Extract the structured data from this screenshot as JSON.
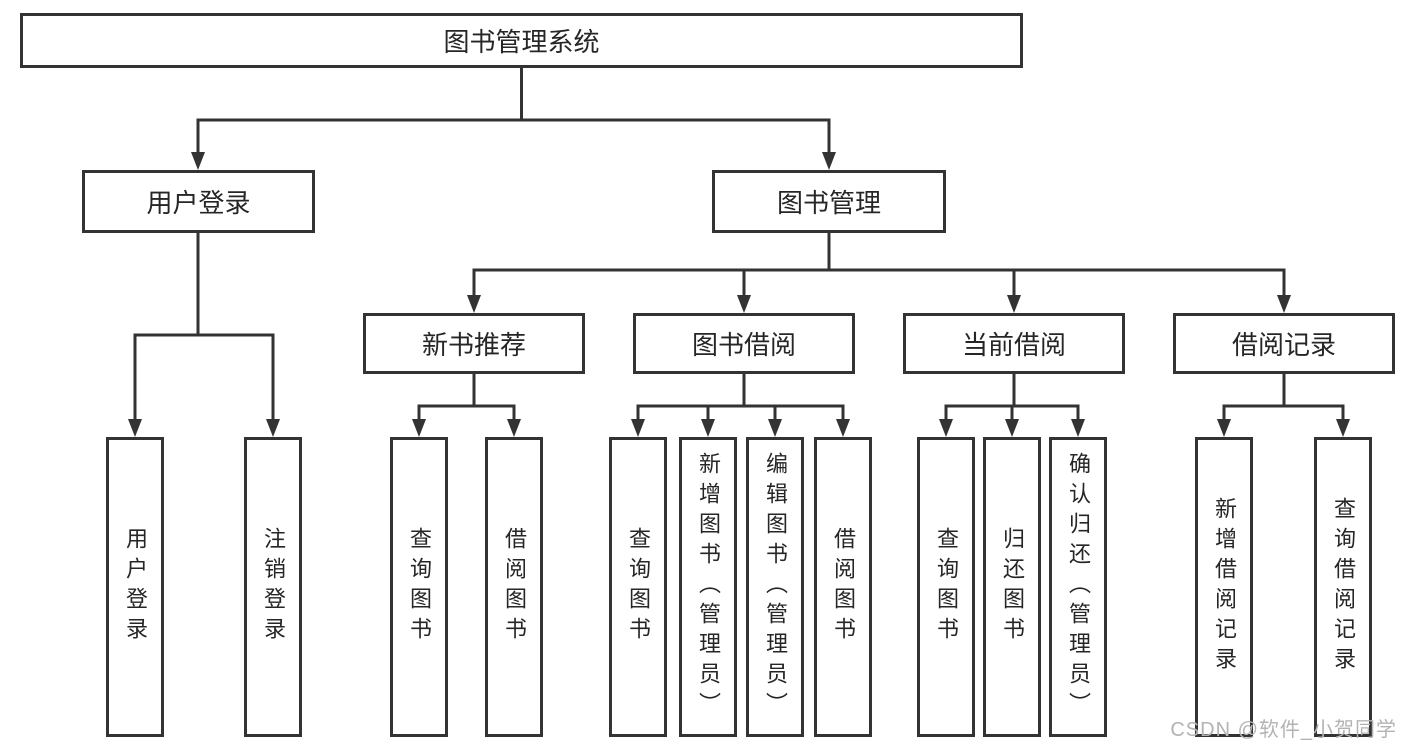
{
  "tree": {
    "label": "图书管理系统",
    "children": [
      {
        "label": "用户登录",
        "children": [
          {
            "label": "用户登录"
          },
          {
            "label": "注销登录"
          }
        ]
      },
      {
        "label": "图书管理",
        "children": [
          {
            "label": "新书推荐",
            "children": [
              {
                "label": "查询图书"
              },
              {
                "label": "借阅图书"
              }
            ]
          },
          {
            "label": "图书借阅",
            "children": [
              {
                "label": "查询图书"
              },
              {
                "label": "新增图书（管理员）"
              },
              {
                "label": "编辑图书（管理员）"
              },
              {
                "label": "借阅图书"
              }
            ]
          },
          {
            "label": "当前借阅",
            "children": [
              {
                "label": "查询图书"
              },
              {
                "label": "归还图书"
              },
              {
                "label": "确认归还（管理员）"
              }
            ]
          },
          {
            "label": "借阅记录",
            "children": [
              {
                "label": "新增借阅记录"
              },
              {
                "label": "查询借阅记录"
              }
            ]
          }
        ]
      }
    ]
  },
  "watermark": "CSDN @软件_小贺同学",
  "colors": {
    "line": "#333333",
    "box_border": "#333333",
    "text": "#262626",
    "watermark": "#b3b3b3",
    "background": "#ffffff"
  }
}
